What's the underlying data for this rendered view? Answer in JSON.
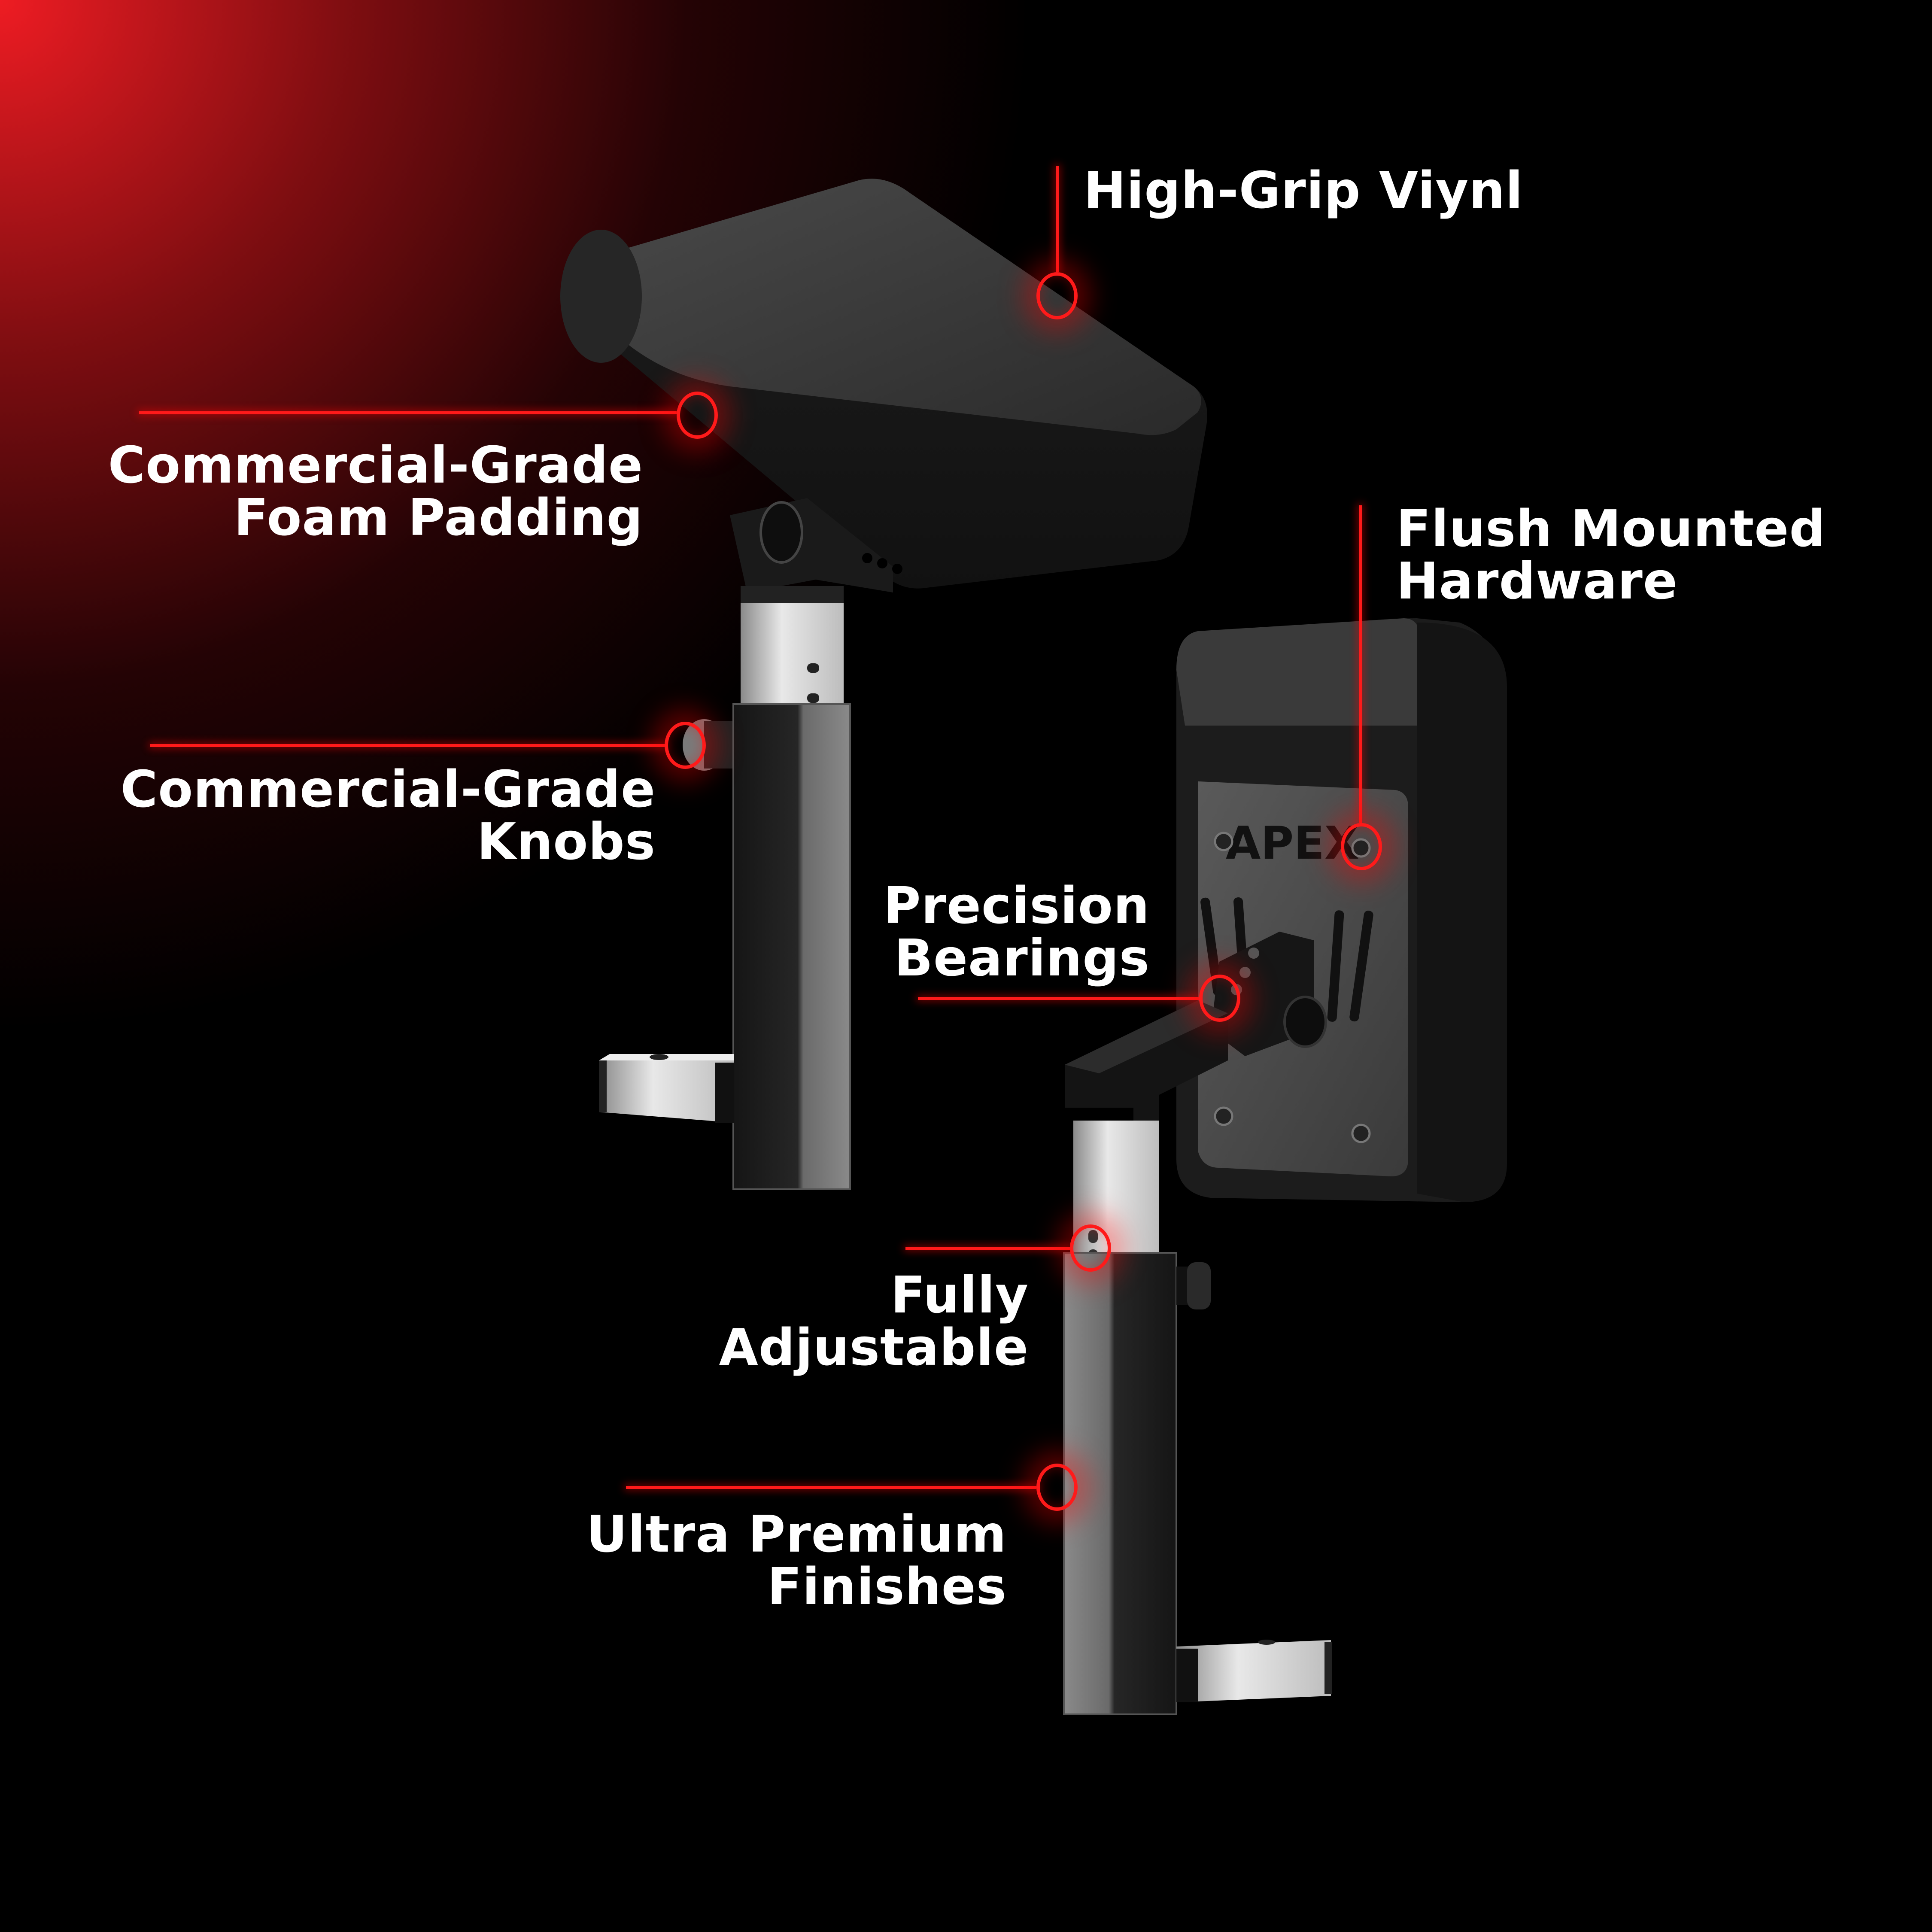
{
  "brand": {
    "logo_text": "APEX",
    "accent_color": "#ee1c23",
    "background": "#000000"
  },
  "callouts": [
    {
      "id": "high-grip-vinyl",
      "lines": [
        "High-Grip Viynl"
      ]
    },
    {
      "id": "foam-padding",
      "lines": [
        "Commercial-Grade",
        "Foam Padding"
      ]
    },
    {
      "id": "knobs",
      "lines": [
        "Commercial-Grade",
        "Knobs"
      ]
    },
    {
      "id": "flush-hardware",
      "lines": [
        "Flush Mounted",
        "Hardware"
      ]
    },
    {
      "id": "precision-bearings",
      "lines": [
        "Precision",
        "Bearings"
      ]
    },
    {
      "id": "fully-adjustable",
      "lines": [
        "Fully",
        "Adjustable"
      ]
    },
    {
      "id": "premium-finishes",
      "lines": [
        "Ultra Premium",
        "Finishes"
      ]
    }
  ]
}
